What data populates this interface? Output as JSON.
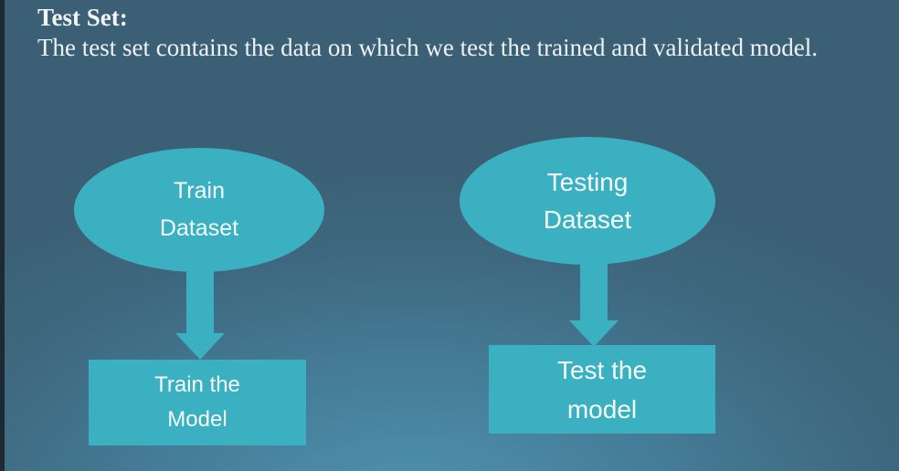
{
  "slide": {
    "title": "Test Set:",
    "description": "The test set contains the data on which we test the trained and validated model."
  },
  "diagram": {
    "left": {
      "ellipse_line1": "Train",
      "ellipse_line2": "Dataset",
      "box_line1": "Train the",
      "box_line2": "Model"
    },
    "right": {
      "ellipse_line1": "Testing",
      "ellipse_line2": "Dataset",
      "box_line1": "Test the",
      "box_line2": "model"
    }
  },
  "colors": {
    "shape": "#3bb0c1",
    "text": "#f4fbfc"
  }
}
